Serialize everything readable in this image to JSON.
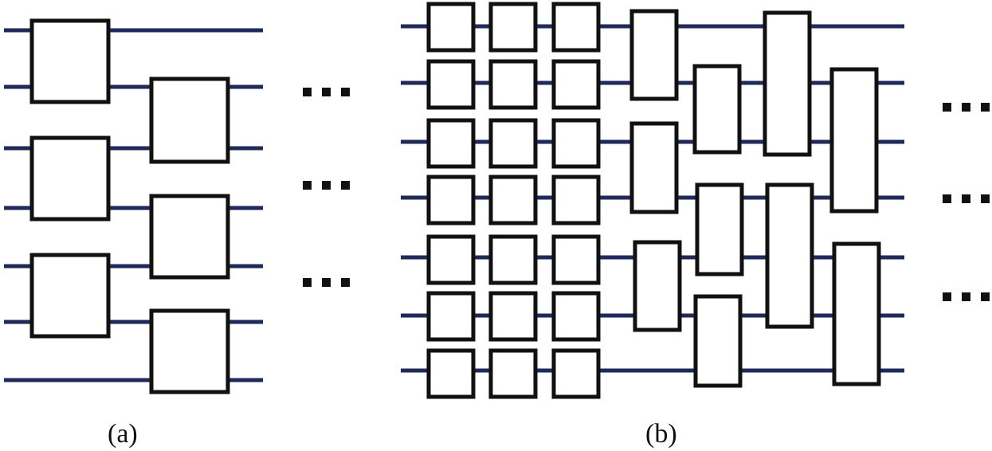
{
  "figure": {
    "panel_a": {
      "caption": "(a)",
      "wire_count": 7,
      "gate_layers": 2,
      "continuation": "⋯"
    },
    "panel_b": {
      "caption": "(b)",
      "wire_count": 7,
      "single_wire_gate_columns": 3,
      "two_wire_gate_layers": 2,
      "three_wire_gate_layers": 2,
      "continuation": "⋯"
    },
    "colors": {
      "wire": "#1f2a5a",
      "gate_stroke": "#111111",
      "gate_fill": "#ffffff"
    }
  }
}
